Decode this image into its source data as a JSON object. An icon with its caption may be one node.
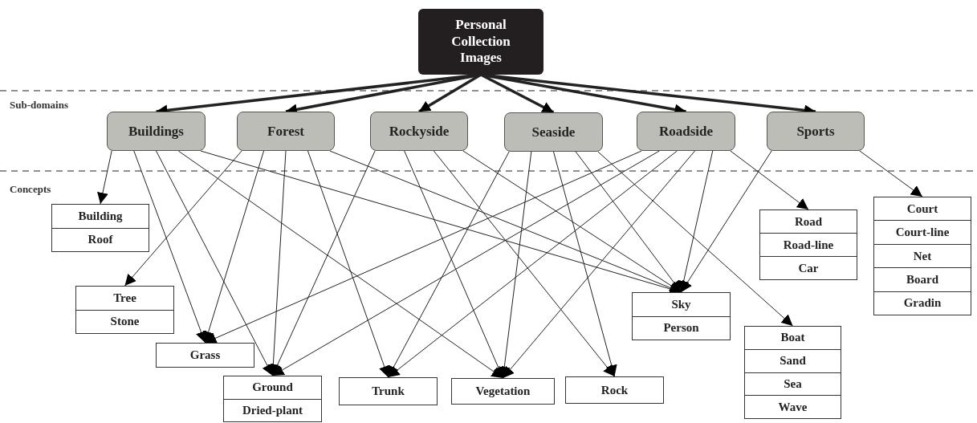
{
  "diagram": {
    "nodes": [
      {
        "text": [
          "Personal Collection Images"
        ]
      },
      {
        "text": [
          "Buildings"
        ]
      },
      {
        "text": [
          "Forest"
        ]
      },
      {
        "text": [
          "Rockyside"
        ]
      },
      {
        "text": [
          "Seaside"
        ]
      },
      {
        "text": [
          "Roadside"
        ]
      },
      {
        "text": [
          "Sports"
        ]
      },
      {
        "text": [
          "Building",
          "Roof"
        ]
      },
      {
        "text": [
          "Tree",
          "Stone"
        ]
      },
      {
        "text": [
          "Grass"
        ]
      },
      {
        "text": [
          "Ground",
          "Dried-plant"
        ]
      },
      {
        "text": [
          "Trunk"
        ]
      },
      {
        "text": [
          "Vegetation"
        ]
      },
      {
        "text": [
          "Rock"
        ]
      },
      {
        "text": [
          "Sky",
          "Person"
        ]
      },
      {
        "text": [
          "Road",
          "Road-line",
          "Car"
        ]
      },
      {
        "text": [
          "Boat",
          "Sand",
          "Sea",
          "Wave"
        ]
      },
      {
        "text": [
          "Court",
          "Court-line",
          "Net",
          "Board",
          "Gradin"
        ]
      }
    ],
    "edges": [
      {
        "from": 0,
        "to": 1,
        "arrow": "to",
        "style": "thick"
      },
      {
        "from": 0,
        "to": 2,
        "arrow": "to",
        "style": "thick"
      },
      {
        "from": 0,
        "to": 3,
        "arrow": "to",
        "style": "thick"
      },
      {
        "from": 0,
        "to": 4,
        "arrow": "to",
        "style": "thick"
      },
      {
        "from": 0,
        "to": 5,
        "arrow": "to",
        "style": "thick"
      },
      {
        "from": 0,
        "to": 6,
        "arrow": "to",
        "style": "thick"
      },
      {
        "from": 1,
        "to": 7,
        "arrow": "to"
      },
      {
        "from": 1,
        "to": 9,
        "arrow": "to"
      },
      {
        "from": 1,
        "to": 10,
        "arrow": "to"
      },
      {
        "from": 1,
        "to": 12,
        "arrow": "to"
      },
      {
        "from": 1,
        "to": 14,
        "arrow": "to"
      },
      {
        "from": 2,
        "to": 8,
        "arrow": "to"
      },
      {
        "from": 2,
        "to": 9,
        "arrow": "to"
      },
      {
        "from": 2,
        "to": 10,
        "arrow": "to"
      },
      {
        "from": 2,
        "to": 11,
        "arrow": "to"
      },
      {
        "from": 2,
        "to": 14,
        "arrow": "to"
      },
      {
        "from": 3,
        "to": 10,
        "arrow": "to"
      },
      {
        "from": 3,
        "to": 14,
        "arrow": "to"
      },
      {
        "from": 3,
        "to": 12,
        "arrow": "to"
      },
      {
        "from": 3,
        "to": 13,
        "arrow": "to"
      },
      {
        "from": 4,
        "to": 14,
        "arrow": "to"
      },
      {
        "from": 4,
        "to": 11,
        "arrow": "to"
      },
      {
        "from": 4,
        "to": 12,
        "arrow": "to"
      },
      {
        "from": 4,
        "to": 13,
        "arrow": "to"
      },
      {
        "from": 4,
        "to": 16,
        "arrow": "to"
      },
      {
        "from": 5,
        "to": 9,
        "arrow": "to"
      },
      {
        "from": 5,
        "to": 10,
        "arrow": "to"
      },
      {
        "from": 5,
        "to": 11,
        "arrow": "to"
      },
      {
        "from": 5,
        "to": 12,
        "arrow": "to"
      },
      {
        "from": 5,
        "to": 14,
        "arrow": "to"
      },
      {
        "from": 5,
        "to": 15,
        "arrow": "to"
      },
      {
        "from": 6,
        "to": 14,
        "arrow": "to"
      },
      {
        "from": 6,
        "to": 17,
        "arrow": "to"
      }
    ],
    "labels": [
      "Sub-domains",
      "Concepts"
    ]
  }
}
